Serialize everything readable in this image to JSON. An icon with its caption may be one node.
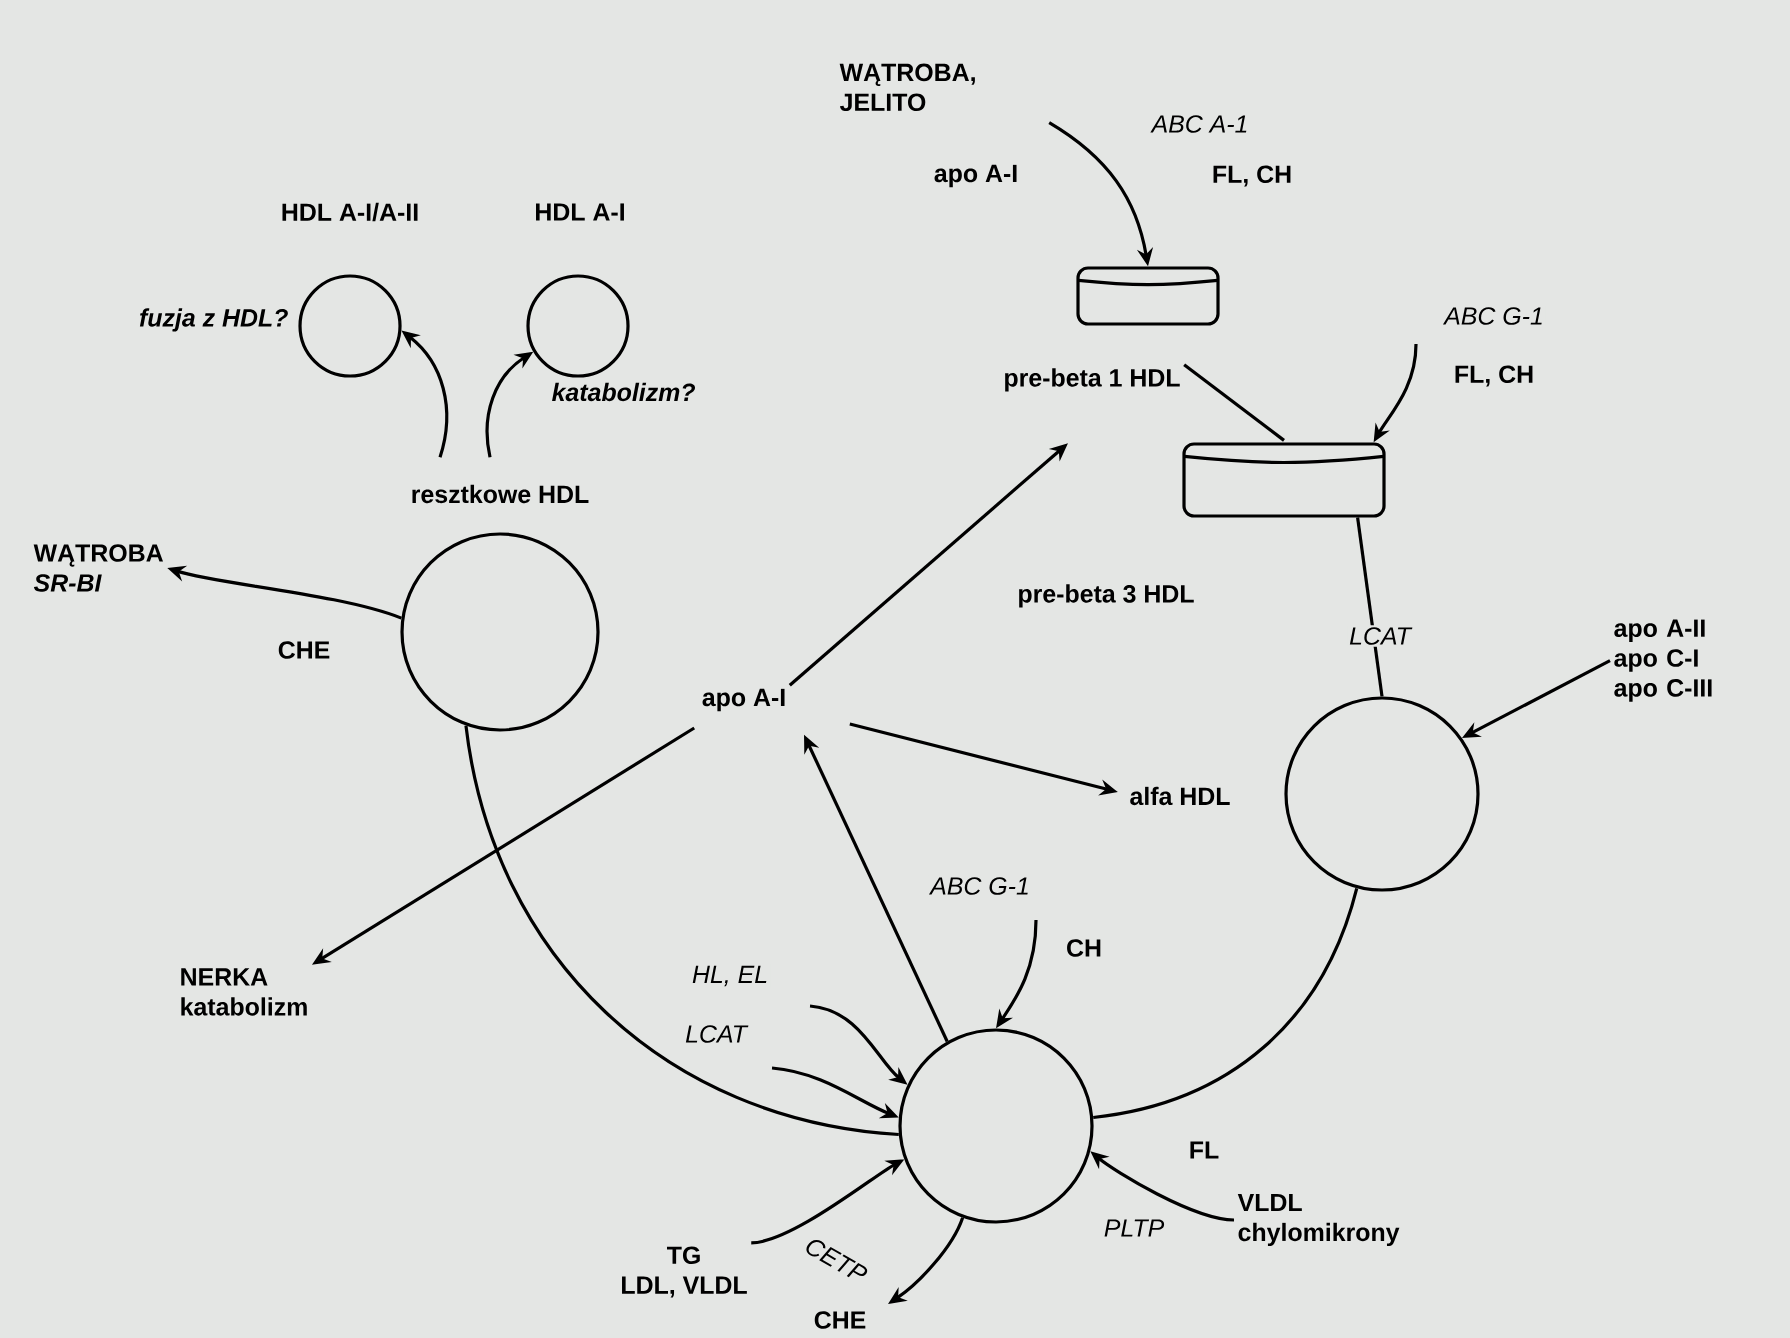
{
  "diagram": {
    "nodes": [
      {
        "text": [
          "HDL A-I/A-II"
        ],
        "beside": [
          "fuzja z HDL?"
        ]
      },
      {
        "text": [
          "HDL A-I"
        ],
        "beside": [
          "katabolizm?"
        ]
      },
      {
        "text": [
          "resztkowe HDL"
        ]
      },
      {
        "text": [
          "WĄTROBA",
          "SR-BI"
        ]
      },
      {
        "text": [
          "WĄTROBA, JELITO"
        ]
      },
      {
        "text": [
          "pre-beta 1 HDL"
        ]
      },
      {
        "text": [
          "pre-beta 3 HDL"
        ]
      },
      {
        "text": [
          "apo A-II apo C-I apo C-III"
        ]
      },
      {
        "text": [
          "alfa HDL"
        ]
      },
      {
        "text": [
          "apo A-I"
        ]
      },
      {
        "text": [
          "NERKA",
          "katabolizm"
        ]
      },
      {
        "text": [],
        "shape": "circle"
      },
      {
        "text": [
          "TG",
          "LDL, VLDL"
        ]
      },
      {
        "text": [
          "VLDL chylomikrony"
        ]
      }
    ],
    "edges": [
      {
        "from": 2,
        "to": 0,
        "arrow": "to"
      },
      {
        "from": 2,
        "to": 1,
        "arrow": "to"
      },
      {
        "from": 2,
        "to": 3,
        "arrow": "to",
        "label": "CHE"
      },
      {
        "from": 4,
        "to": 5,
        "arrow": "to"
      },
      {
        "from": 5,
        "to": 6,
        "arrow": "none"
      },
      {
        "from": null,
        "to": 6,
        "arrow": "to",
        "label": "ABC G-1"
      },
      {
        "from": 6,
        "to": 8,
        "arrow": "none",
        "label": "LCAT"
      },
      {
        "from": 7,
        "to": 8,
        "arrow": "to"
      },
      {
        "from": 9,
        "to": 5,
        "arrow": "to"
      },
      {
        "from": 9,
        "to": 8,
        "arrow": "to"
      },
      {
        "from": 9,
        "to": 10,
        "arrow": "to"
      },
      {
        "from": 11,
        "to": 9,
        "arrow": "to"
      },
      {
        "from": 8,
        "to": 11,
        "arrow": "none"
      },
      {
        "from": 2,
        "to": 11,
        "arrow": "none"
      },
      {
        "from": null,
        "to": 11,
        "arrow": "to",
        "label": "ABC G-1"
      },
      {
        "from": null,
        "to": 11,
        "arrow": "to",
        "label": "HL, EL"
      },
      {
        "from": null,
        "to": 11,
        "arrow": "to",
        "label": "LCAT"
      },
      {
        "from": 12,
        "to": 11,
        "arrow": "to",
        "label": "CETP"
      },
      {
        "from": 11,
        "to": null,
        "arrow": "to",
        "label": "CHE"
      },
      {
        "from": 13,
        "to": 11,
        "arrow": "to",
        "label": "PLTP"
      }
    ],
    "labels": [
      "apo A-I",
      "ABC A-1",
      "FL, CH",
      "FL, CH",
      "CH",
      "FL"
    ]
  }
}
